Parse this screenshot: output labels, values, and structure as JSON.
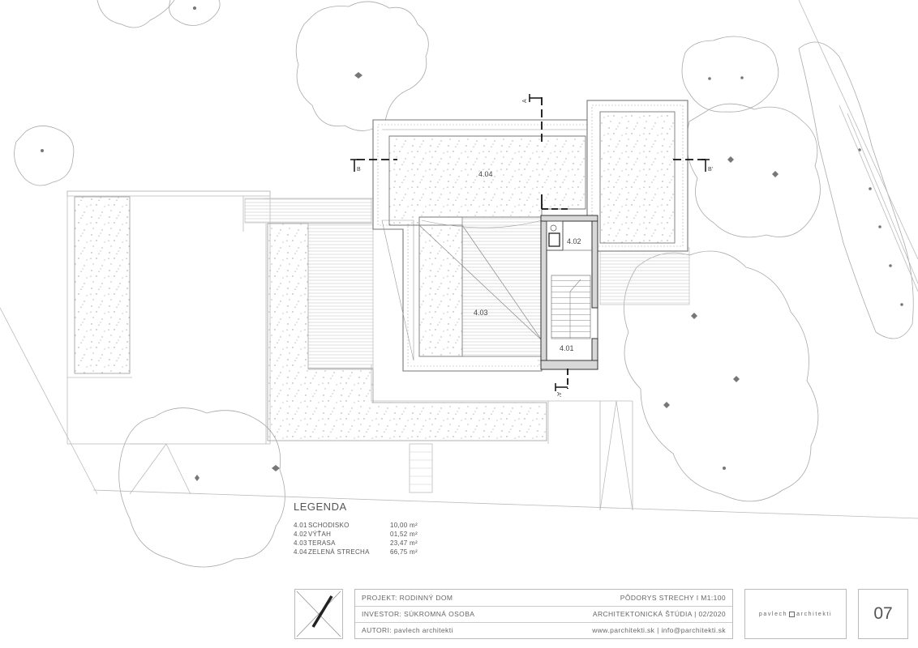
{
  "rooms": {
    "r401": "4.01",
    "r402": "4.02",
    "r403": "4.03",
    "r404": "4.04"
  },
  "section_marks": {
    "a_top": "A",
    "a_bottom": "A'",
    "b_left": "B",
    "b_right": "B'"
  },
  "legend": {
    "title": "LEGENDA",
    "items": [
      {
        "code": "4.01",
        "name": "SCHODISKO",
        "area": "10,00 m²"
      },
      {
        "code": "4.02",
        "name": "VÝŤAH",
        "area": "01,52 m²"
      },
      {
        "code": "4.03",
        "name": "TERASA",
        "area": "23,47 m²"
      },
      {
        "code": "4.04",
        "name": "ZELENÁ STRECHA",
        "area": "66,75 m²"
      }
    ]
  },
  "title_block": {
    "project": "PROJEKT: RODINNÝ DOM",
    "drawing": "PÔDORYS STRECHY  I  M1:100",
    "investor": "INVESTOR: SÚKROMNÁ OSOBA",
    "phase": "ARCHITEKTONICKÁ ŠTÚDIA  |  02/2020",
    "authors": "AUTORI: pavlech architekti",
    "contact": "www.parchitekti.sk  |  info@parchitekti.sk",
    "logo_left": "pavlech",
    "logo_right": "architekti",
    "sheet_number": "07"
  }
}
